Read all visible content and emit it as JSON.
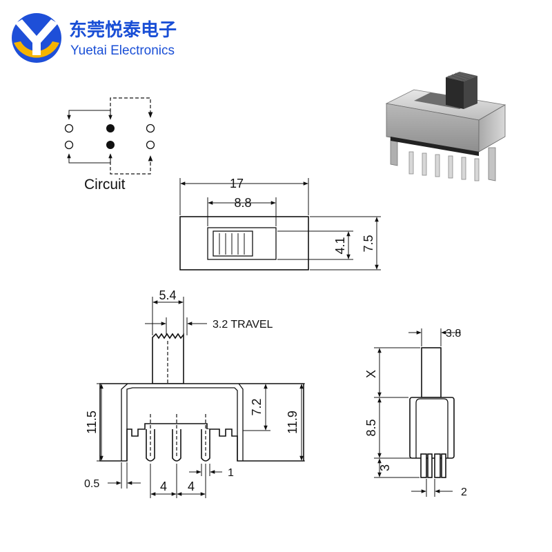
{
  "brand": {
    "name_cn": "东莞悦泰电子",
    "name_en": "Yuetai Electronics",
    "logo_colors": {
      "primary": "#1e4fd8",
      "accent": "#f5b400"
    }
  },
  "circuit": {
    "label": "Circuit"
  },
  "top_view": {
    "dims": {
      "length": "17",
      "slot": "8.8",
      "actuator_height": "4.1",
      "body_width": "7.5"
    }
  },
  "side_view": {
    "dims": {
      "actuator_width": "5.4",
      "travel": "3.2 TRAVEL",
      "height_left": "11.5",
      "body_height": "7.2",
      "height_right": "11.9",
      "thickness": "0.5",
      "pitch_1": "4",
      "pitch_2": "4",
      "pin_width": "1"
    }
  },
  "end_view": {
    "dims": {
      "actuator_thickness": "3.8",
      "actuator_length": "X",
      "body_height": "8.5",
      "pin_length": "3",
      "pin_spacing": "2"
    }
  }
}
